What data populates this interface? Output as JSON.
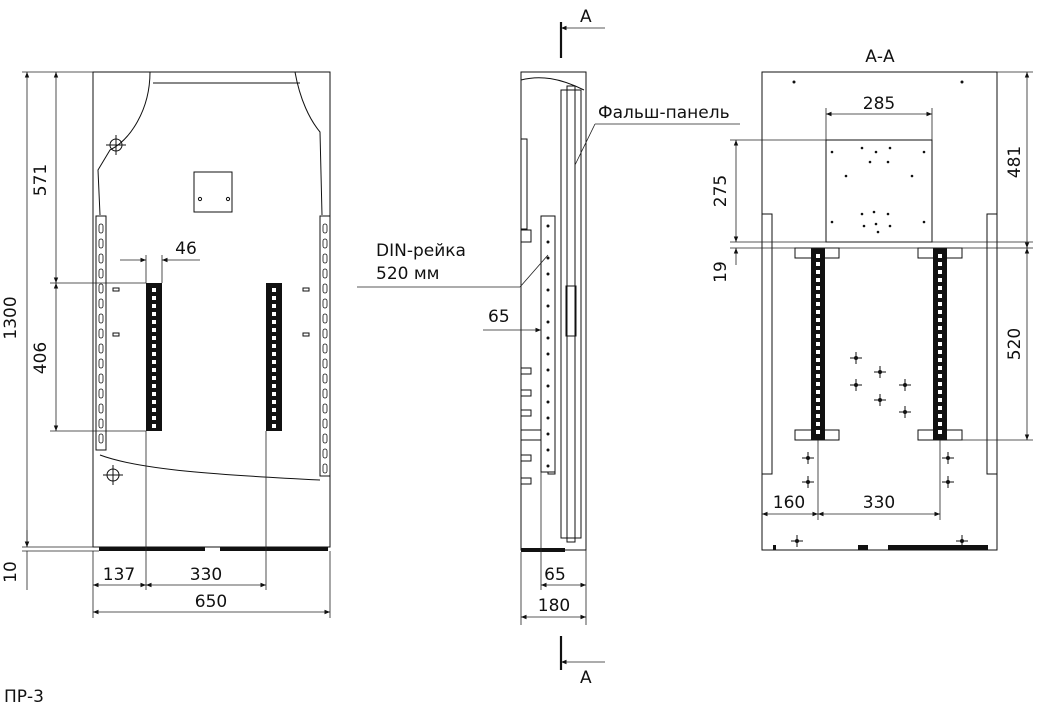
{
  "section_label": "А",
  "section_title": "А-А",
  "caption": "ПР-3",
  "callouts": {
    "false_panel": "Фальш-панель",
    "din_rail": "DIN-рейка",
    "din_rail_len": "520 мм"
  },
  "front_view": {
    "height_total": "1300",
    "dim_571": "571",
    "dim_406": "406",
    "dim_46": "46",
    "dim_10": "10",
    "dim_137": "137",
    "dim_330": "330",
    "dim_650": "650"
  },
  "side_view": {
    "dim_65_top": "65",
    "dim_65_bottom": "65",
    "dim_180": "180"
  },
  "section_view": {
    "dim_285": "285",
    "dim_275": "275",
    "dim_19": "19",
    "dim_481": "481",
    "dim_520": "520",
    "dim_160": "160",
    "dim_330": "330"
  }
}
